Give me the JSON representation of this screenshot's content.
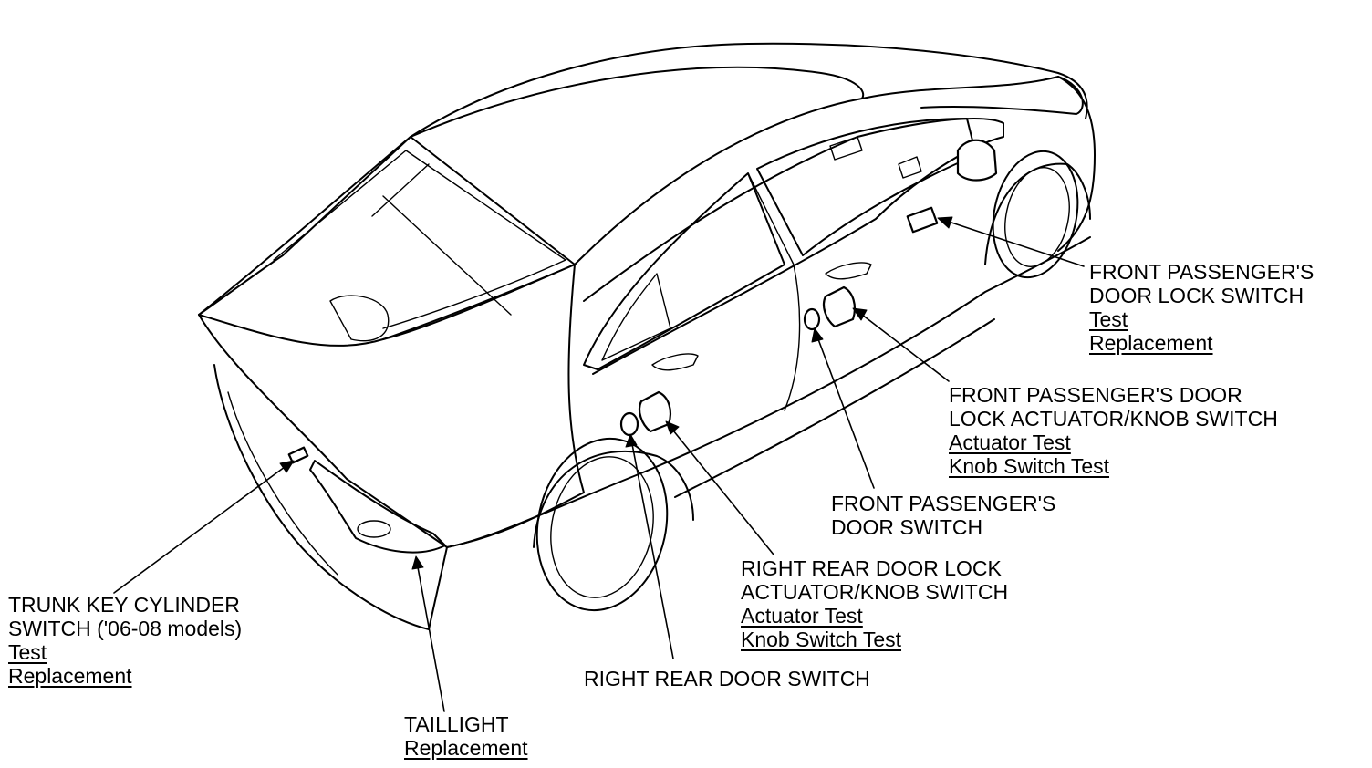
{
  "callouts": {
    "front_passenger_door_lock_switch": {
      "title_lines": [
        "FRONT PASSENGER'S",
        "DOOR LOCK SWITCH"
      ],
      "links": [
        "Test",
        "Replacement"
      ]
    },
    "front_passenger_door_lock_actuator": {
      "title_lines": [
        "FRONT PASSENGER'S DOOR",
        "LOCK ACTUATOR/KNOB SWITCH"
      ],
      "links": [
        "Actuator Test",
        "Knob Switch Test"
      ]
    },
    "front_passenger_door_switch": {
      "title_lines": [
        "FRONT PASSENGER'S",
        "DOOR SWITCH"
      ],
      "links": []
    },
    "right_rear_door_lock_actuator": {
      "title_lines": [
        "RIGHT REAR DOOR LOCK",
        "ACTUATOR/KNOB SWITCH"
      ],
      "links": [
        "Actuator Test",
        "Knob Switch Test"
      ]
    },
    "right_rear_door_switch": {
      "title_lines": [
        "RIGHT REAR DOOR SWITCH"
      ],
      "links": []
    },
    "trunk_key_cylinder_switch": {
      "title_lines": [
        "TRUNK KEY CYLINDER",
        "SWITCH ('06-08 models)"
      ],
      "links": [
        "Test",
        "Replacement"
      ]
    },
    "taillight": {
      "title_lines": [
        "TAILLIGHT"
      ],
      "links": [
        "Replacement"
      ]
    }
  }
}
